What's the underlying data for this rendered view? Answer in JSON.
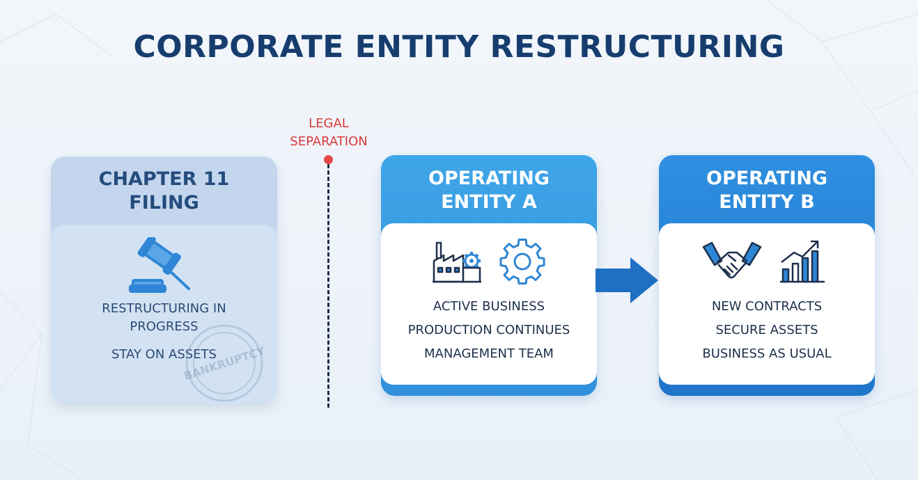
{
  "title": "CORPORATE ENTITY RESTRUCTURING",
  "chapter11": {
    "heading_line1": "CHAPTER 11",
    "heading_line2": "FILING",
    "status_line1": "RESTRUCTURING IN",
    "status_line2": "PROGRESS",
    "note": "STAY ON ASSETS",
    "stamp_text": "BANKRUPTCY",
    "icon": "gavel-icon"
  },
  "separator": {
    "label_line1": "LEGAL",
    "label_line2": "SEPARATION",
    "color": "#d93a3a"
  },
  "entity_a": {
    "heading_line1": "OPERATING",
    "heading_line2": "ENTITY A",
    "items": [
      "ACTIVE BUSINESS",
      "PRODUCTION CONTINUES",
      "MANAGEMENT TEAM"
    ],
    "icons": [
      "factory-icon",
      "gear-icon"
    ],
    "accent": "#3fa5e8"
  },
  "entity_b": {
    "heading_line1": "OPERATING",
    "heading_line2": "ENTITY B",
    "items": [
      "NEW CONTRACTS",
      "SECURE ASSETS",
      "BUSINESS AS USUAL"
    ],
    "icons": [
      "handshake-icon",
      "growth-chart-icon"
    ],
    "accent": "#1f75c9"
  },
  "colors": {
    "title": "#163d6e",
    "icon_blue": "#2f86d6",
    "arrow": "#1f6fc2"
  }
}
